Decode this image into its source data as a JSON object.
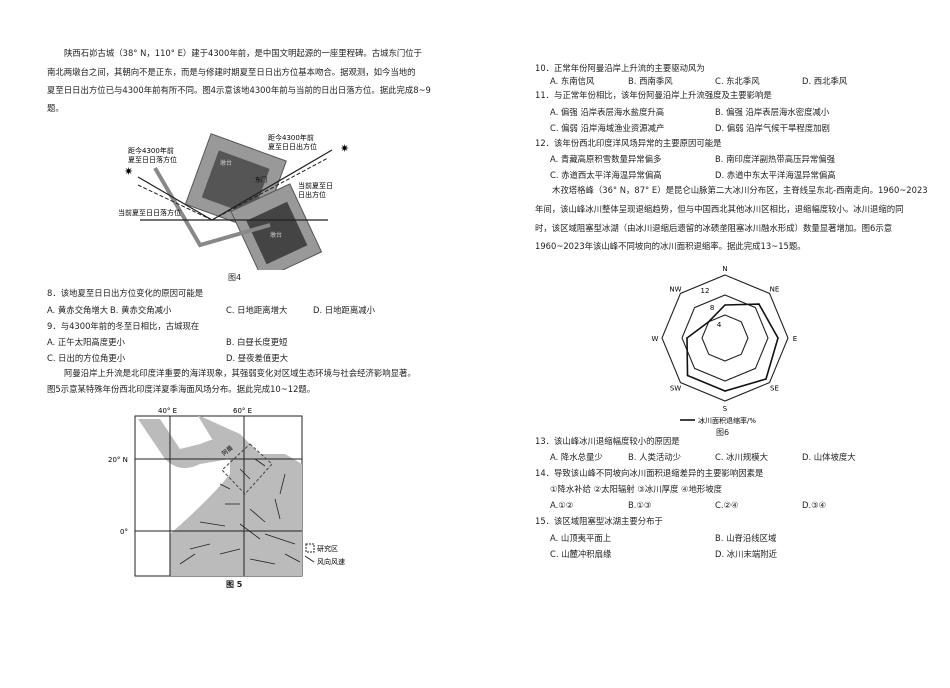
{
  "left": {
    "intro1": [
      "陕西石峁古城（38° N，110° E）建于4300年前，是中国文明起源的一座里程碑。古城东门位于",
      "南北两墩台之间，其朝向不是正东，而是与修建时期夏至日日出方位基本吻合。据观测，如今当地的",
      "夏至日日出方位已与4300年前有所不同。图4示意该地4300年前与当前的日出日落方位。据此完成8~9",
      "题。"
    ],
    "fig4": {
      "caption": "图4",
      "label_old_set": [
        "距今4300年前",
        "夏至日日落方位"
      ],
      "label_old_rise": [
        "距今4300年前",
        "夏至日日出方位"
      ],
      "label_now_rise": [
        "当前夏至日",
        "日出方位"
      ],
      "label_now_set": "当前夏至日日落方位",
      "tower_a": "墩台",
      "tower_b": "墩台",
      "gate": "东门"
    },
    "q8": {
      "stem": "8．该地夏至日日出方位变化的原因可能是",
      "options": [
        "A. 黄赤交角增大",
        "B. 黄赤交角减小",
        "C. 日地距离增大",
        "D. 日地距离减小"
      ]
    },
    "q9": {
      "stem": "9．与4300年前的冬至日相比，古城现在",
      "options": [
        "A. 正午太阳高度更小",
        "B. 白昼长度更短",
        "C. 日出的方位角更小",
        "D. 昼夜差值更大"
      ]
    },
    "intro2": [
      "阿曼沿岸上升流是北印度洋重要的海洋现象，其强弱变化对区域生态环境与社会经济影响显著。",
      "图5示意某特殊年份西北印度洋夏季海面风场分布。据此完成10~12题。"
    ],
    "fig5": {
      "caption": "图 5",
      "lon": [
        "40° E",
        "60° E"
      ],
      "lat": [
        "20° N",
        "0°"
      ],
      "place": "阿曼",
      "legend_area": "研究区",
      "legend_wind": "风向风速"
    }
  },
  "right": {
    "q10": {
      "stem": "10．正常年份阿曼沿岸上升流的主要驱动风为",
      "options": [
        "A. 东南信风",
        "B. 西南季风",
        "C. 东北季风",
        "D. 西北季风"
      ]
    },
    "q11": {
      "stem": "11．与正常年份相比，该年份阿曼沿岸上升流强度及主要影响是",
      "options": [
        "A. 偏强  沿岸表层海水盐度升高",
        "B. 偏强  沿岸表层海水密度减小",
        "C. 偏弱  沿岸海域渔业资源减产",
        "D. 偏弱  沿岸气候干旱程度加剧"
      ]
    },
    "q12": {
      "stem": "12．该年份西北印度洋风场异常的主要原因可能是",
      "options": [
        "A. 青藏高原积雪数量异常偏多",
        "B. 南印度洋副热带高压异常偏强",
        "C. 赤道西太平洋海温异常偏高",
        "D. 赤道中东太平洋海温异常偏高"
      ]
    },
    "intro3": [
      "木孜塔格峰（36° N，87° E）是昆仑山脉第二大冰川分布区，主脊线呈东北-西南走向。1960~2023",
      "年间，该山峰冰川整体呈现退缩趋势，但与中国西北其他冰川区相比，退缩幅度较小。冰川退缩的同",
      "时，该区域阻塞型冰湖（由冰川退缩后遗留的冰碛垄阻塞冰川融水形成）数量显著增加。图6示意",
      "1960~2023年该山峰不同坡向的冰川面积退缩率。据此完成13~15题。"
    ],
    "q13": {
      "stem": "13．该山峰冰川退缩幅度较小的原因是",
      "options": [
        "A. 降水总量少",
        "B. 人类活动少",
        "C. 冰川规模大",
        "D. 山体坡度大"
      ]
    },
    "q14": {
      "stem": "14．导致该山峰不同坡向冰川面积退缩差异的主要影响因素是",
      "factors": "①降水补给 ②太阳辐射 ③冰川厚度 ④地形坡度",
      "options": [
        "A.①②",
        "B.①③",
        "C.②④",
        "D.③④"
      ]
    },
    "q15": {
      "stem": "15．该区域阻塞型冰湖主要分布于",
      "options": [
        "A. 山顶夷平面上",
        "B. 山脊沿线区域",
        "C. 山麓冲积扇缘",
        "D. 冰川末端附近"
      ]
    }
  },
  "chart_data": {
    "type": "radar",
    "caption": "图6",
    "categories": [
      "N",
      "NE",
      "E",
      "SE",
      "S",
      "SW",
      "W",
      "NW"
    ],
    "ring_labels": [
      "4",
      "8",
      "12"
    ],
    "rmax": 12,
    "series": [
      {
        "name": "冰川面积退缩率/%",
        "values": [
          6,
          9,
          10,
          11,
          10,
          10,
          7,
          4
        ]
      }
    ]
  }
}
